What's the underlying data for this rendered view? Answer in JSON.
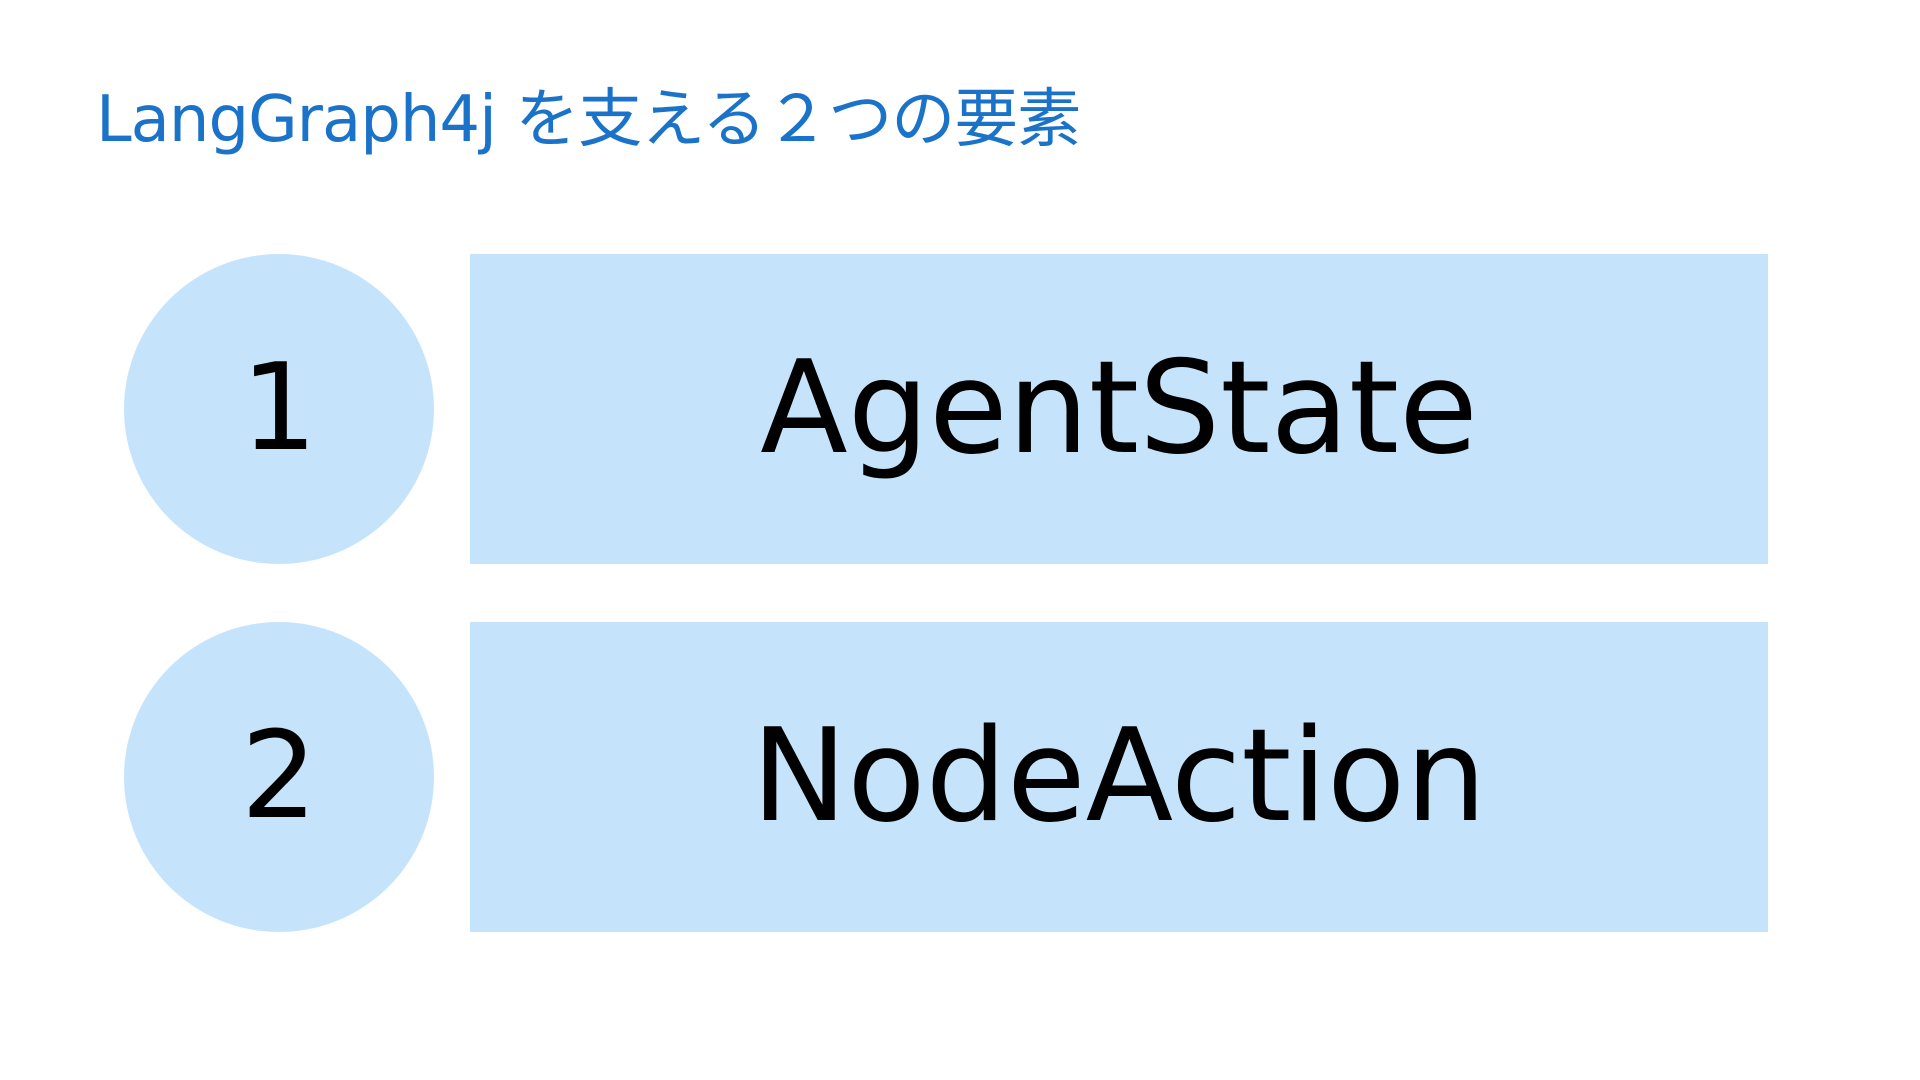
{
  "slide": {
    "title": "LangGraph4j を支える２つの要素",
    "items": [
      {
        "number": "1",
        "label": "AgentState"
      },
      {
        "number": "2",
        "label": "NodeAction"
      }
    ]
  },
  "colors": {
    "title": "#1a73c8",
    "shape_fill": "#c5e4fb",
    "text": "#000000",
    "background": "#ffffff"
  }
}
